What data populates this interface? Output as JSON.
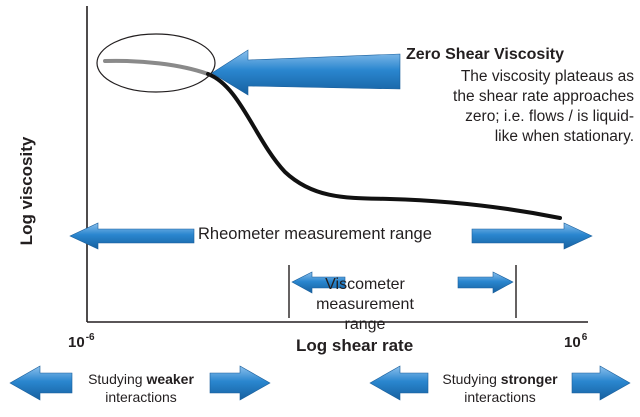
{
  "diagram": {
    "y_axis_label": "Log viscosity",
    "x_axis_label": "Log shear rate",
    "x_min_tick": {
      "base": "10",
      "exp": "-6"
    },
    "x_max_tick": {
      "base": "10",
      "exp": "6"
    },
    "zero_shear": {
      "title": "Zero Shear Viscosity",
      "lines": [
        "The viscosity plateaus as",
        "the shear rate approaches",
        "zero; i.e. flows / is liquid-",
        "like when stationary."
      ]
    },
    "rheometer_label": "Rheometer measurement range",
    "viscometer_lines": [
      "Viscometer",
      "measurement range"
    ],
    "weaker": {
      "prefix": "Studying ",
      "emphasis": "weaker",
      "line2": "interactions"
    },
    "stronger": {
      "prefix": "Studying ",
      "emphasis": "stronger",
      "line2": "interactions"
    },
    "colors": {
      "arrow_fill": "#1e79c2",
      "arrow_light": "#7fb6e6",
      "curve_plateau": "#8a8a8a",
      "curve_main": "#111111",
      "axis": "#231f20"
    }
  }
}
